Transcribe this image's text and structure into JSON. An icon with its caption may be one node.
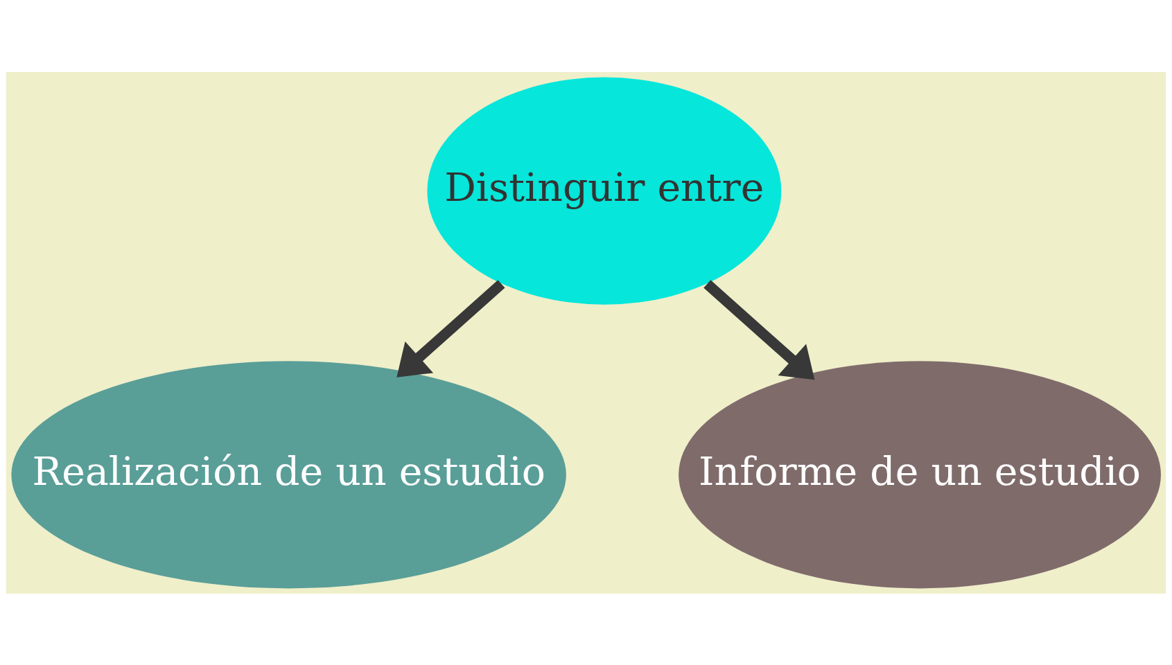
{
  "diagram": {
    "nodes": [
      {
        "text": [
          "Distinguir entre"
        ]
      },
      {
        "text": [
          "Realización de un estudio"
        ]
      },
      {
        "text": [
          "Informe de un estudio"
        ]
      }
    ],
    "edges": [
      {
        "from": 0,
        "to": 1,
        "arrow": "to"
      },
      {
        "from": 0,
        "to": 2,
        "arrow": "to"
      }
    ]
  }
}
